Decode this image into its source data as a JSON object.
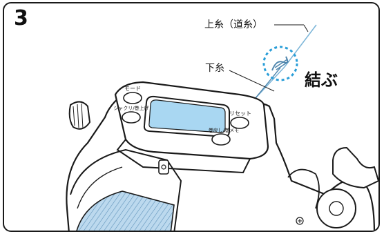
{
  "step": {
    "number": "3"
  },
  "labels": {
    "upper_line": "上糸（道糸）",
    "lower_line": "下糸",
    "tie": "結ぶ"
  },
  "reel_buttons": {
    "mode": "モード",
    "shakuri": "シャクリ/巻上げ",
    "reset": "リセット",
    "memo": "巻戻し/巻メモ"
  },
  "colors": {
    "frame": "#1a1a1a",
    "display": "#a9d7f2",
    "line": "#7fb7d9",
    "knot_circle": "#2a9ed8",
    "spool": "#9fc6e3"
  }
}
